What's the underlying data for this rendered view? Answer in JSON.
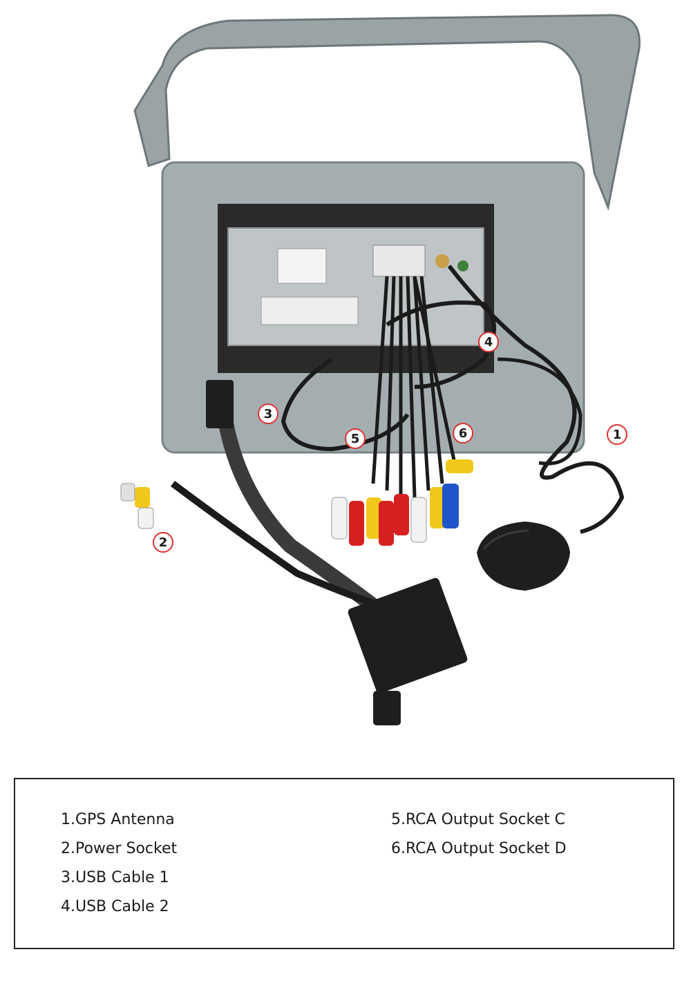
{
  "callouts": [
    {
      "id": "1",
      "label": "1"
    },
    {
      "id": "2",
      "label": "2"
    },
    {
      "id": "3",
      "label": "3"
    },
    {
      "id": "4",
      "label": "4"
    },
    {
      "id": "5",
      "label": "5"
    },
    {
      "id": "6",
      "label": "6"
    }
  ],
  "legend": {
    "left": [
      {
        "text": "1.GPS Antenna"
      },
      {
        "text": "2.Power Socket"
      },
      {
        "text": "3.USB Cable 1"
      },
      {
        "text": "4.USB Cable 2"
      }
    ],
    "right": [
      {
        "text": "5.RCA Output Socket C"
      },
      {
        "text": "6.RCA Output Socket D"
      }
    ]
  },
  "colors": {
    "callout_ring": "#e03030",
    "frame_gray": "#9aa3a6",
    "cable_black": "#1b1b1b",
    "rca_red": "#d62020",
    "rca_yellow": "#f0c81a",
    "rca_white": "#f2f2f2",
    "rca_blue": "#1f55c8"
  }
}
